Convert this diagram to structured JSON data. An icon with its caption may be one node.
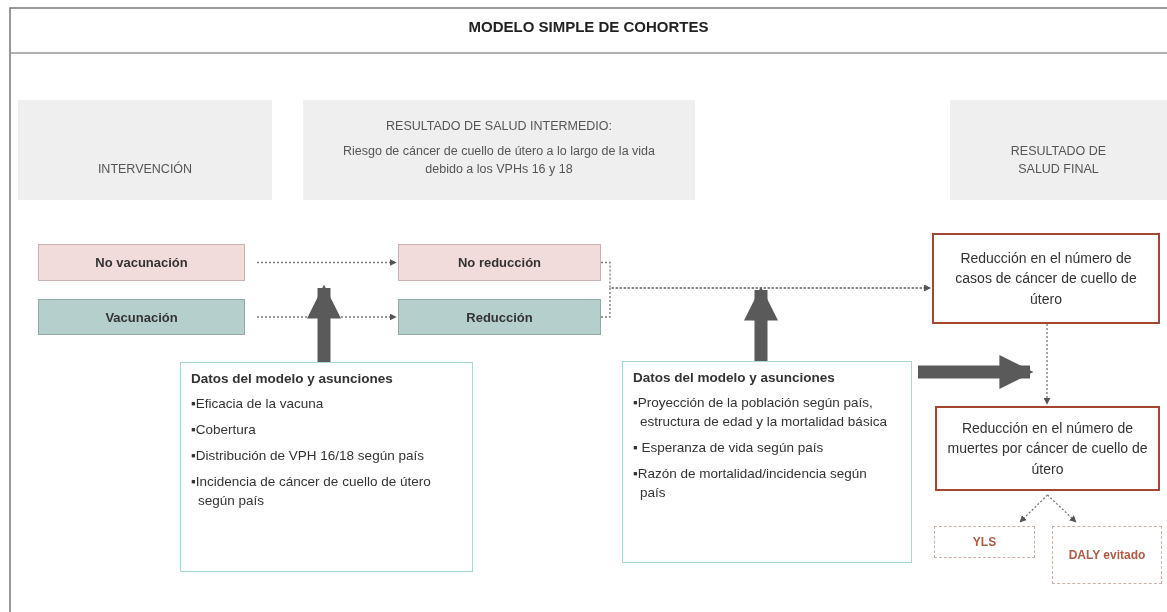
{
  "diagram": {
    "title": "MODELO SIMPLE DE COHORTES",
    "nodes": [
      {
        "text": [
          "INTERVENCIÓN"
        ]
      },
      {
        "text": [
          "RESULTADO DE SALUD INTERMEDIO:",
          "Riesgo de cáncer de cuello de útero a lo largo de la vida debido a los VPHs 16 y 18"
        ]
      },
      {
        "text": [
          "RESULTADO DE SALUD FINAL"
        ]
      },
      {
        "text": [
          "No vacunación"
        ]
      },
      {
        "text": [
          "No reducción"
        ]
      },
      {
        "text": [
          "Vacunación"
        ]
      },
      {
        "text": [
          "Reducción"
        ]
      },
      {
        "text": [
          "Reducción en el número de casos de cáncer de cuello de útero"
        ]
      },
      {
        "text": [
          "Datos del modelo y asunciones",
          "▪Eficacia de la vacuna",
          "▪Cobertura",
          "▪Distribución de VPH 16/18 según país",
          "▪Incidencia de cáncer de cuello de útero según país"
        ]
      },
      {
        "text": [
          "Datos del modelo y asunciones",
          "▪Proyección de la población según país, estructura de edad y la mortalidad básica",
          "▪ Esperanza de vida según país",
          "▪Razón de mortalidad/incidencia según país"
        ]
      },
      {
        "text": [
          "Reducción en el número de muertes por cáncer de cuello de útero"
        ]
      },
      {
        "text": [
          "YLS"
        ]
      },
      {
        "text": [
          "DALY evitado"
        ]
      }
    ],
    "edges": [
      {
        "from": 3,
        "to": 4,
        "arrow": "to",
        "style": "dashed"
      },
      {
        "from": 5,
        "to": 6,
        "arrow": "to",
        "style": "dashed"
      },
      {
        "from": 4,
        "to": 7,
        "arrow": "to",
        "style": "dashed"
      },
      {
        "from": 6,
        "to": 7,
        "arrow": "to",
        "style": "dashed"
      },
      {
        "from": 8,
        "to": null,
        "arrow": "to",
        "style": "thick"
      },
      {
        "from": 9,
        "to": null,
        "arrow": "to",
        "style": "thick"
      },
      {
        "from": 9,
        "to": 10,
        "arrow": "to",
        "style": "thick"
      },
      {
        "from": 7,
        "to": 10,
        "arrow": "to",
        "style": "dashed"
      },
      {
        "from": 10,
        "to": 11,
        "arrow": "to",
        "style": "dashed"
      },
      {
        "from": 10,
        "to": 12,
        "arrow": "to",
        "style": "dashed"
      }
    ]
  }
}
